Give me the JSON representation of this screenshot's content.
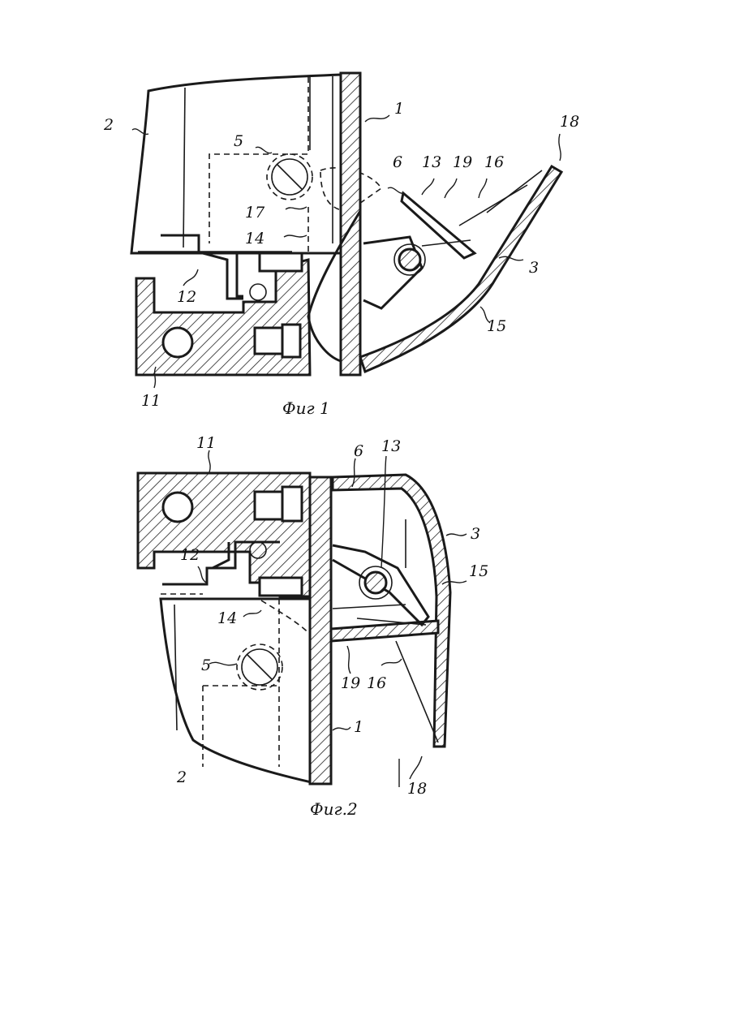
{
  "figures": [
    {
      "caption": "Фиг 1",
      "labels": {
        "part_1": "1",
        "part_2": "2",
        "part_3": "3",
        "part_5": "5",
        "part_6": "6",
        "part_11": "11",
        "part_12": "12",
        "part_13": "13",
        "part_14": "14",
        "part_15": "15",
        "part_16": "16",
        "part_17": "17",
        "part_18": "18",
        "part_19": "19"
      }
    },
    {
      "caption": "Фиг.2",
      "labels": {
        "part_1": "1",
        "part_2": "2",
        "part_3": "3",
        "part_5": "5",
        "part_6": "6",
        "part_11": "11",
        "part_12": "12",
        "part_13": "13",
        "part_14": "14",
        "part_15": "15",
        "part_16": "16",
        "part_18": "18",
        "part_19": "19"
      }
    }
  ]
}
